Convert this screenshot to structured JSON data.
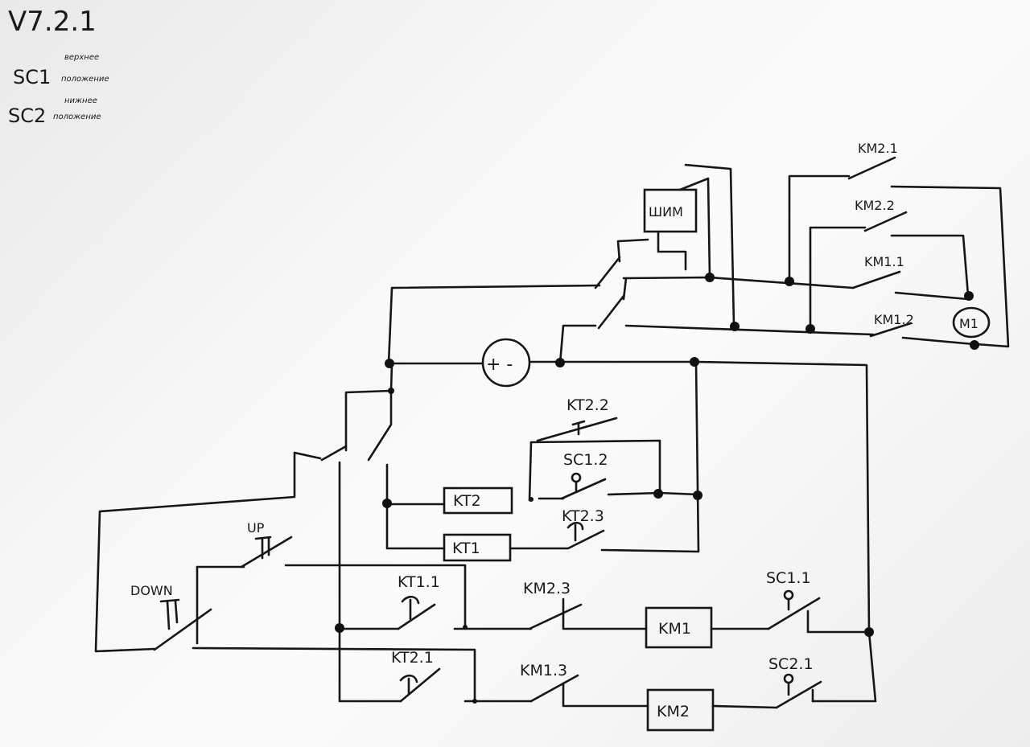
{
  "header": {
    "version": "V7.2.1",
    "legend": [
      {
        "code": "SC1",
        "note_line1": "верхнее",
        "note_line2": "положение"
      },
      {
        "code": "SC2",
        "note_line1": "нижнее",
        "note_line2": "положение"
      }
    ]
  },
  "components": {
    "pwm": "ШИМ",
    "motor": "M1",
    "supply": "+ -",
    "kt2": "KT2",
    "kt1": "KT1",
    "km1": "KM1",
    "km2": "KM2"
  },
  "contacts": {
    "km2_1": "KM2.1",
    "km2_2": "KM2.2",
    "km1_1": "KM1.1",
    "km1_2": "KM1.2",
    "kt2_2": "KT2.2",
    "sc1_2": "SC1.2",
    "kt2_3": "KT2.3",
    "up": "UP",
    "down": "DOWN",
    "kt1_1": "KT1.1",
    "km2_3": "KM2.3",
    "sc1_1": "SC1.1",
    "kt2_1": "KT2.1",
    "km1_3": "KM1.3",
    "sc2_1": "SC2.1"
  }
}
